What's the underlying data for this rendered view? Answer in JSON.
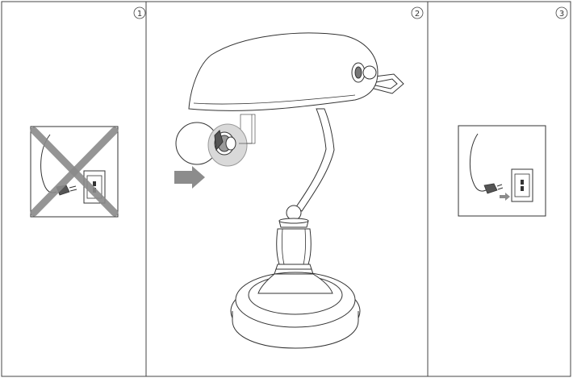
{
  "steps": [
    {
      "number": "1",
      "title": ""
    },
    {
      "number": "2",
      "title": ""
    },
    {
      "number": "3",
      "title": ""
    }
  ]
}
